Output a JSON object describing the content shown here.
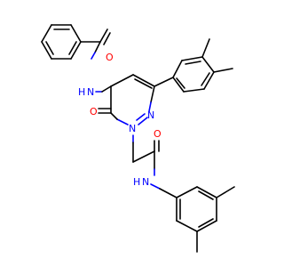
{
  "molecule": {
    "atom_labels": {
      "o_benzamide": "O",
      "nh_benzamide": "H",
      "n_benzamide": "N",
      "o_pyridazinone": "O",
      "n1_ring": "N",
      "n2_ring": "N",
      "o_amide": "O",
      "nh_amide": "H",
      "n_amide": "N"
    },
    "colors": {
      "bond": "#000000",
      "oxygen": "#ff0000",
      "nitrogen": "#0000ff",
      "background": "#ffffff"
    }
  }
}
